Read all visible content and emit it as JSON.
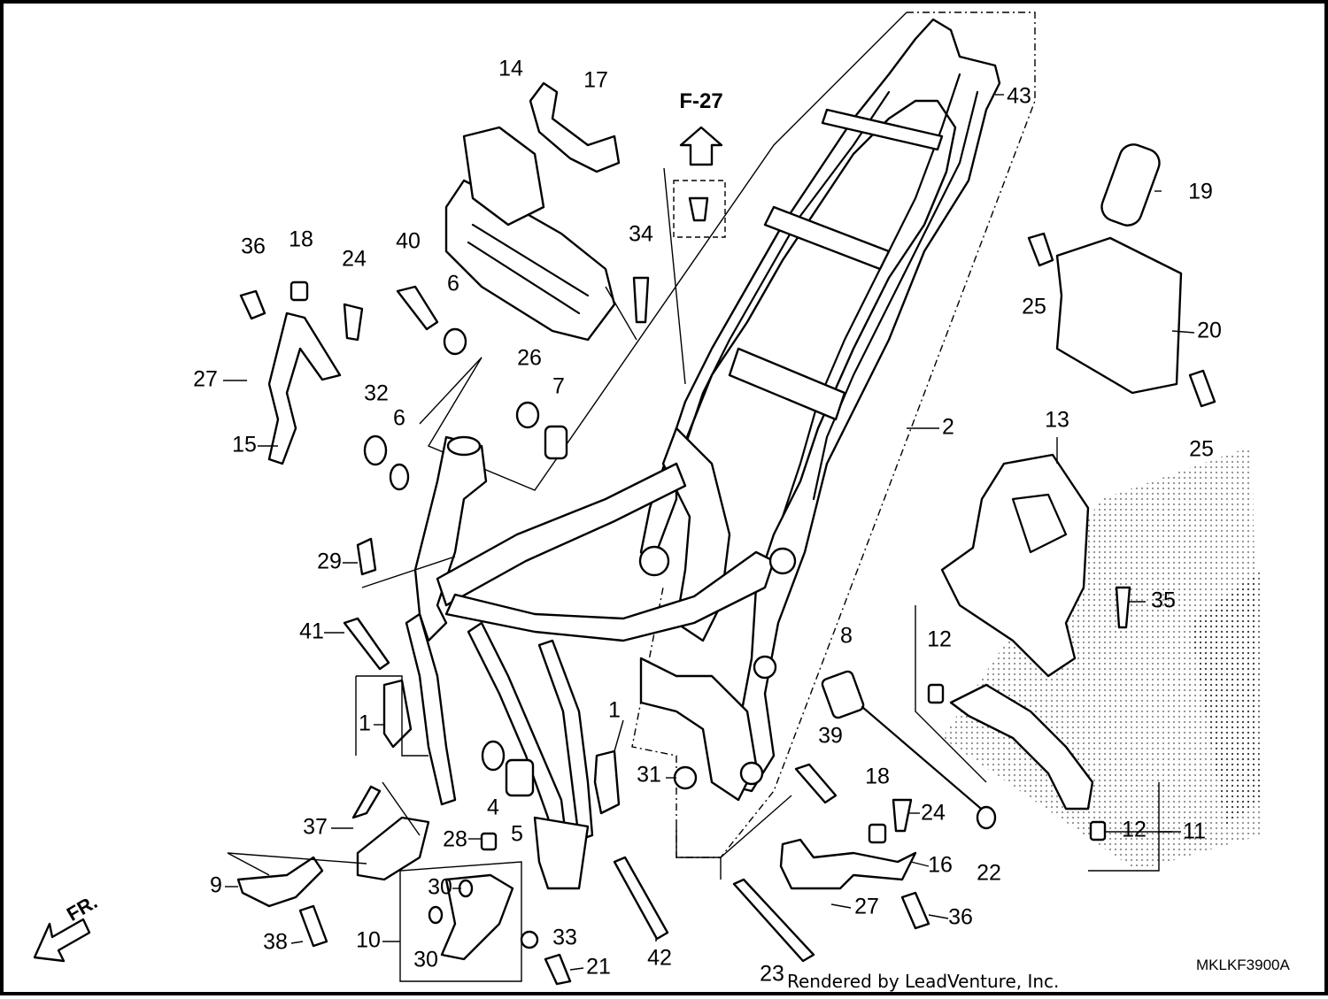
{
  "diagram": {
    "reference": "F-27",
    "front_marker": "FR.",
    "drawing_code": "MKLKF3900A",
    "credit": "Rendered by LeadVenture, Inc.",
    "callouts": [
      {
        "id": "c14",
        "text": "14"
      },
      {
        "id": "c17",
        "text": "17"
      },
      {
        "id": "c36a",
        "text": "36"
      },
      {
        "id": "c18a",
        "text": "18"
      },
      {
        "id": "c24a",
        "text": "24"
      },
      {
        "id": "c40",
        "text": "40"
      },
      {
        "id": "c6a",
        "text": "6"
      },
      {
        "id": "c34",
        "text": "34"
      },
      {
        "id": "c43",
        "text": "43"
      },
      {
        "id": "c19",
        "text": "19"
      },
      {
        "id": "c25a",
        "text": "25"
      },
      {
        "id": "c20",
        "text": "20"
      },
      {
        "id": "c25b",
        "text": "25"
      },
      {
        "id": "c27a",
        "text": "27"
      },
      {
        "id": "c15",
        "text": "15"
      },
      {
        "id": "c32",
        "text": "32"
      },
      {
        "id": "c6b",
        "text": "6"
      },
      {
        "id": "c26",
        "text": "26"
      },
      {
        "id": "c7",
        "text": "7"
      },
      {
        "id": "c2",
        "text": "2"
      },
      {
        "id": "c13",
        "text": "13"
      },
      {
        "id": "c29",
        "text": "29"
      },
      {
        "id": "c35",
        "text": "35"
      },
      {
        "id": "c41",
        "text": "41"
      },
      {
        "id": "c8",
        "text": "8"
      },
      {
        "id": "c12a",
        "text": "12"
      },
      {
        "id": "c1a",
        "text": "1"
      },
      {
        "id": "c1b",
        "text": "1"
      },
      {
        "id": "c39",
        "text": "39"
      },
      {
        "id": "c31",
        "text": "31"
      },
      {
        "id": "c4",
        "text": "4"
      },
      {
        "id": "c5",
        "text": "5"
      },
      {
        "id": "c18b",
        "text": "18"
      },
      {
        "id": "c24b",
        "text": "24"
      },
      {
        "id": "c37",
        "text": "37"
      },
      {
        "id": "c28",
        "text": "28"
      },
      {
        "id": "c12b",
        "text": "12"
      },
      {
        "id": "c11",
        "text": "11"
      },
      {
        "id": "c22",
        "text": "22"
      },
      {
        "id": "c16",
        "text": "16"
      },
      {
        "id": "c9",
        "text": "9"
      },
      {
        "id": "c30a",
        "text": "30"
      },
      {
        "id": "c27b",
        "text": "27"
      },
      {
        "id": "c36b",
        "text": "36"
      },
      {
        "id": "c10",
        "text": "10"
      },
      {
        "id": "c33",
        "text": "33"
      },
      {
        "id": "c38",
        "text": "38"
      },
      {
        "id": "c30b",
        "text": "30"
      },
      {
        "id": "c21",
        "text": "21"
      },
      {
        "id": "c42",
        "text": "42"
      },
      {
        "id": "c23",
        "text": "23"
      }
    ]
  }
}
